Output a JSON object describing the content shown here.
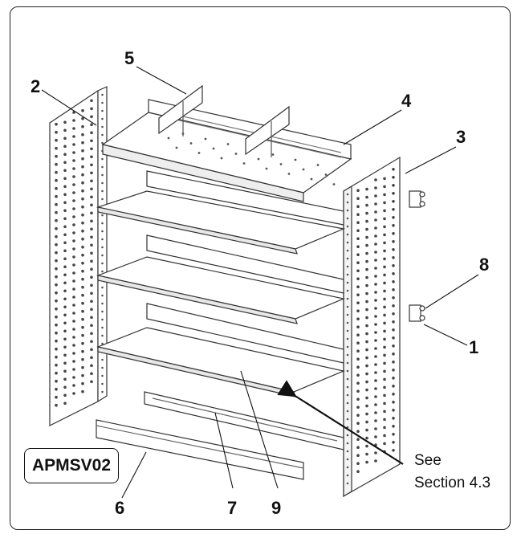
{
  "diagram": {
    "model_label": "APMSV02",
    "note": {
      "line1": "See",
      "line2": "Section 4.3"
    },
    "callouts": [
      "1",
      "2",
      "3",
      "4",
      "5",
      "6",
      "7",
      "8",
      "9"
    ]
  }
}
